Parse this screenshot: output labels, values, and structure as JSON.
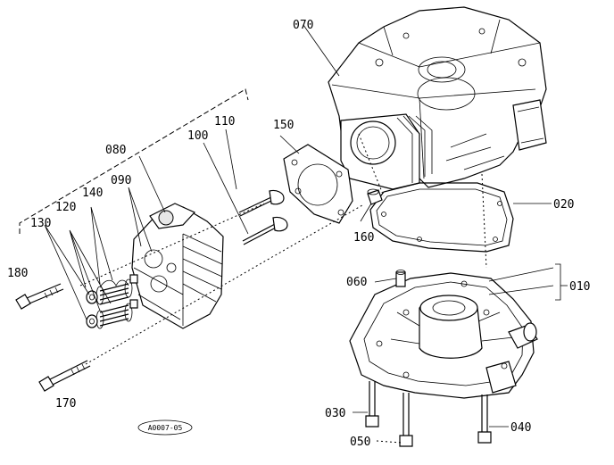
{
  "diagram": {
    "callouts": {
      "c070": "070",
      "c150": "150",
      "c110": "110",
      "c100": "100",
      "c080": "080",
      "c090": "090",
      "c140": "140",
      "c120": "120",
      "c130": "130",
      "c180": "180",
      "c170": "170",
      "c160": "160",
      "c020": "020",
      "c060": "060",
      "c010": "010",
      "c030": "030",
      "c040": "040",
      "c050": "050"
    },
    "reference_code": "A0007-05"
  }
}
